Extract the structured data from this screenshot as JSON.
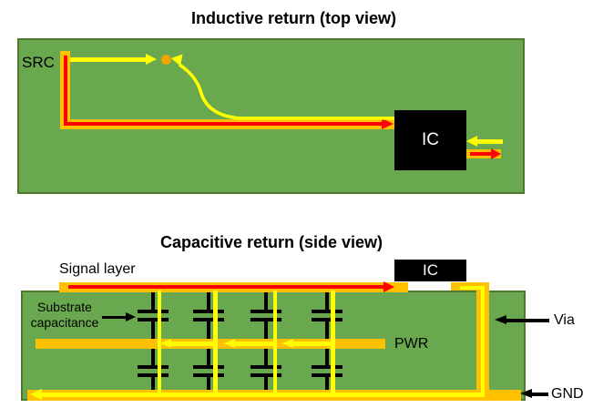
{
  "top_diagram": {
    "title": "Inductive return (top view)",
    "labels": {
      "source": "SRC",
      "ic": "IC"
    }
  },
  "bottom_diagram": {
    "title": "Capacitive return (side view)",
    "labels": {
      "signal_layer": "Signal layer",
      "ic": "IC",
      "substrate_capacitance_line1": "Substrate",
      "substrate_capacitance_line2": "capacitance",
      "power": "PWR",
      "via": "Via",
      "ground": "GND"
    }
  },
  "colors": {
    "board_green": "#6aa84f",
    "board_border": "#4e7a30",
    "copper_orange": "#ffc000",
    "return_yellow": "#ffff00",
    "signal_red": "#ff0000",
    "via_dot_orange": "#f0a400",
    "ic_black": "#000000",
    "ic_text": "#ffffff"
  }
}
